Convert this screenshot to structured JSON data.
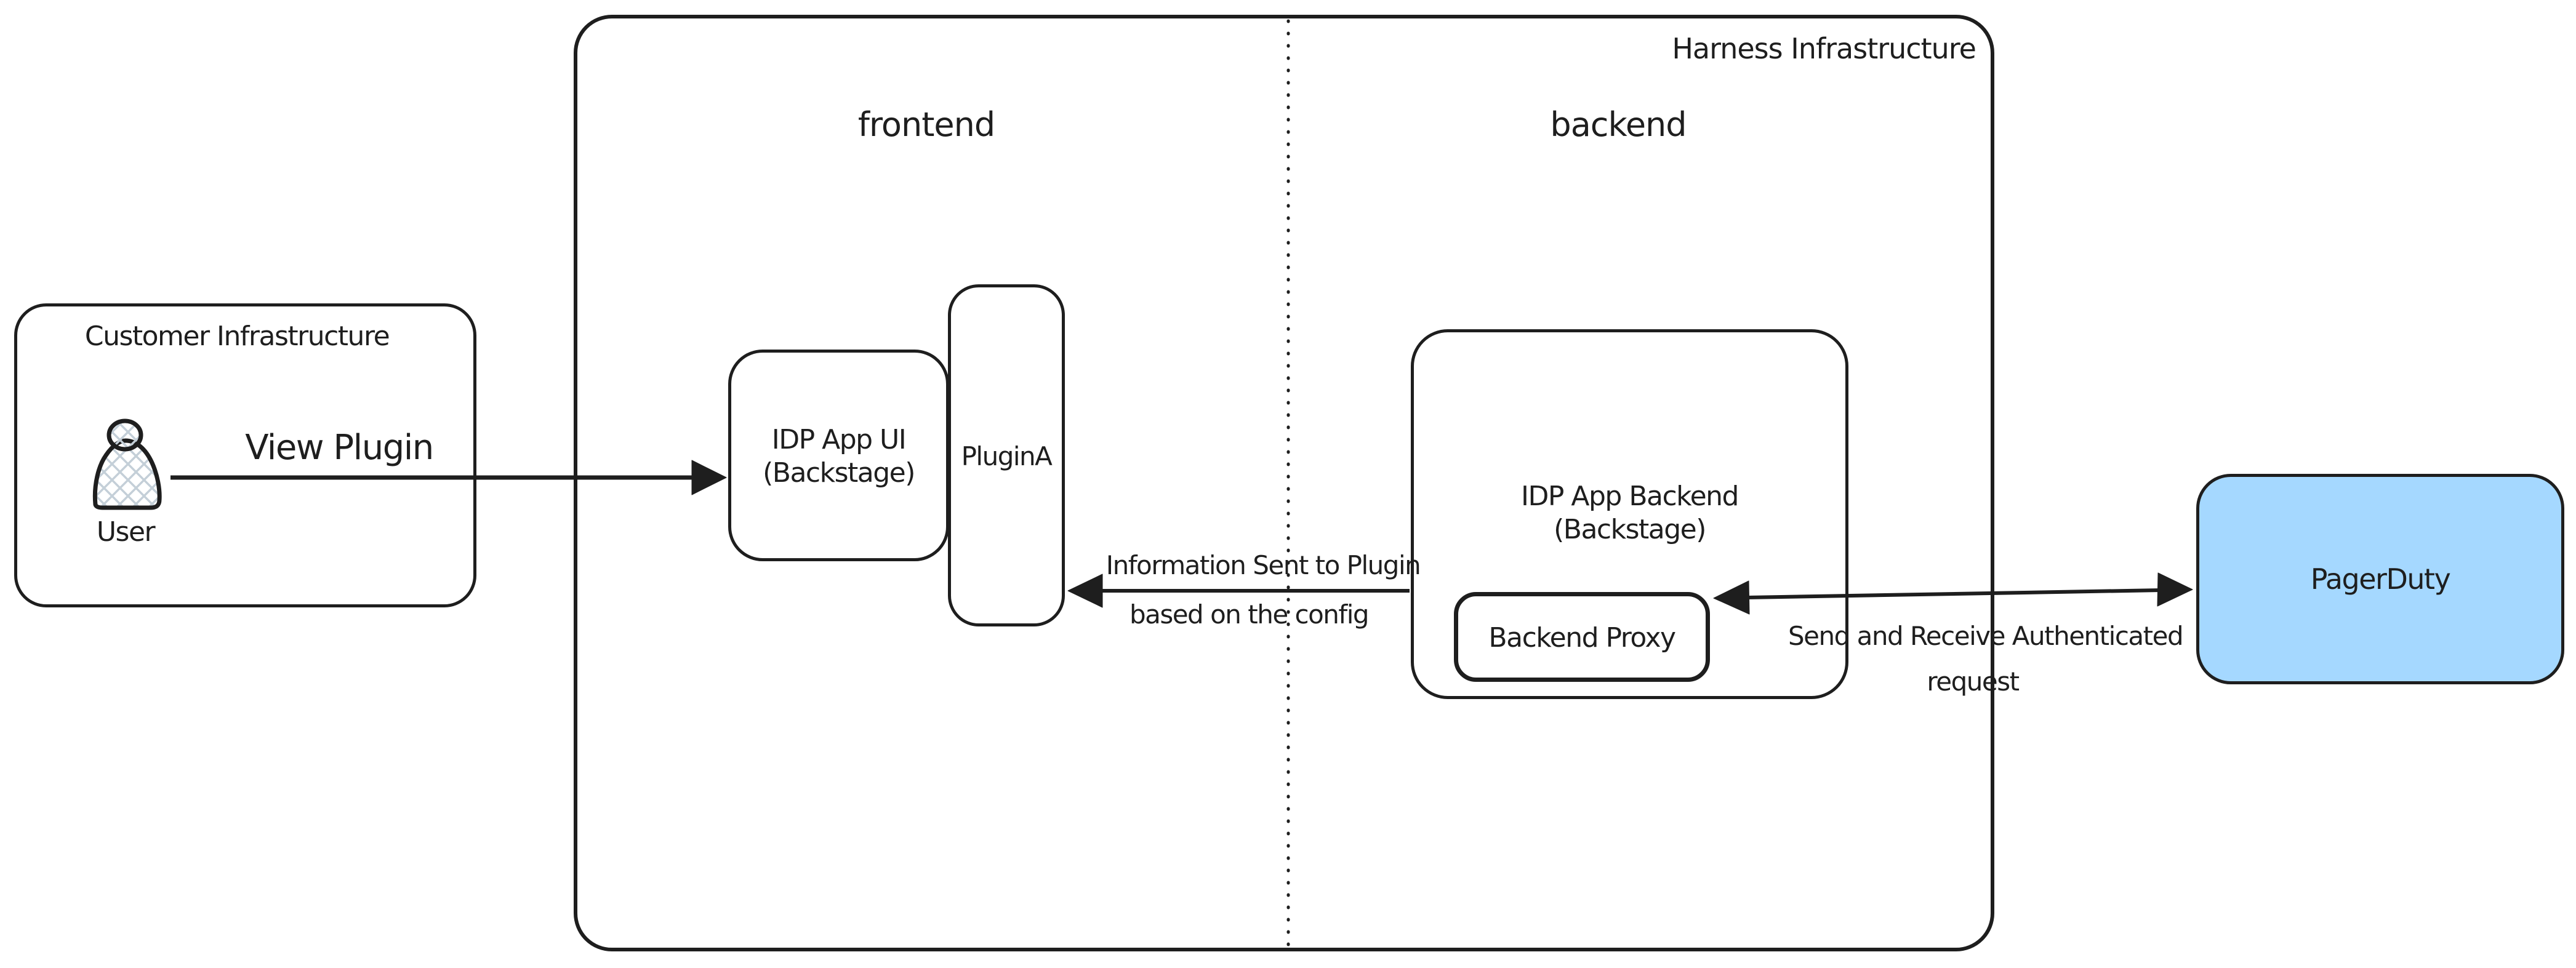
{
  "colors": {
    "stroke": "#1e1e1e",
    "background": "#ffffff",
    "pagerduty_fill": "#a5d8ff",
    "hatch_fill": "#c4cfd8"
  },
  "containers": {
    "customer": {
      "label": "Customer Infrastructure"
    },
    "harness": {
      "label": "Harness Infrastructure",
      "zones": {
        "frontend": "frontend",
        "backend": "backend"
      }
    }
  },
  "nodes": {
    "user": {
      "label": "User"
    },
    "idp_app_ui": {
      "line1": "IDP App UI",
      "line2": "(Backstage)"
    },
    "plugin_a": {
      "label": "PluginA"
    },
    "idp_app_backend": {
      "line1": "IDP App Backend",
      "line2": "(Backstage)"
    },
    "backend_proxy": {
      "label": "Backend Proxy"
    },
    "pagerduty": {
      "label": "PagerDuty"
    }
  },
  "edges": {
    "view_plugin": {
      "label": "View Plugin"
    },
    "info_sent": {
      "line1": "Information Sent to Plugin",
      "line2": "based on the config"
    },
    "auth_request": {
      "line1": "Send and Receive Authenticated",
      "line2": "request"
    }
  }
}
